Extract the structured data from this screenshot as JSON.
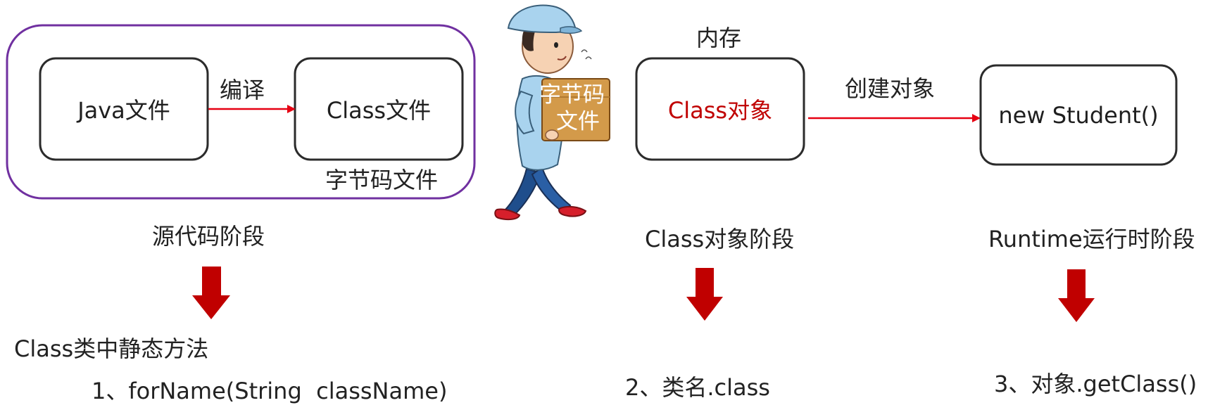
{
  "source_stage": {
    "java_file": "Java文件",
    "compile_label": "编译",
    "class_file": "Class文件",
    "bytecode_file": "字节码文件",
    "stage_title": "源代码阶段",
    "method_heading": "Class类中静态方法",
    "method_item": "1、forName(String  className)"
  },
  "worker": {
    "box_text_line1": "字节码",
    "box_text_line2": "文件"
  },
  "memory_stage": {
    "memory_label": "内存",
    "class_object": "Class对象",
    "stage_title": "Class对象阶段",
    "method_item": "2、类名.class"
  },
  "runtime_stage": {
    "create_label": "创建对象",
    "new_student": "new Student()",
    "stage_title": "Runtime运行时阶段",
    "method_item": "3、对象.getClass()"
  },
  "colors": {
    "frame_purple": "#7030a0",
    "arrow_red": "#e60012",
    "block_arrow_red": "#c00000",
    "box_border": "#2b2b2b",
    "class_object_text": "#c00000"
  }
}
